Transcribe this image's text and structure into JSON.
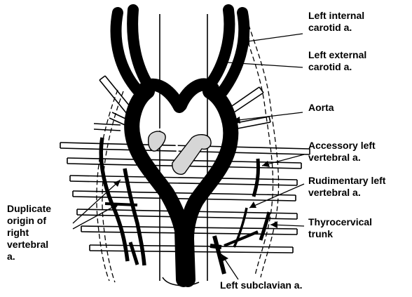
{
  "figure": {
    "labels": {
      "left_internal_carotid": [
        "Left internal",
        "carotid a."
      ],
      "left_external_carotid": [
        "Left external",
        "carotid a."
      ],
      "aorta": [
        "Aorta"
      ],
      "accessory_left_vertebral": [
        "Accessory left",
        "vertebral a."
      ],
      "rudimentary_left_vertebral": [
        "Rudimentary left",
        "vertebral a."
      ],
      "thyrocervical_trunk": [
        "Thyrocervical",
        "trunk"
      ],
      "duplicate_right_vertebral": [
        "Duplicate",
        "origin of",
        "right",
        "vertebral",
        "a."
      ],
      "left_subclavian": [
        "Left subclavian a."
      ]
    }
  }
}
